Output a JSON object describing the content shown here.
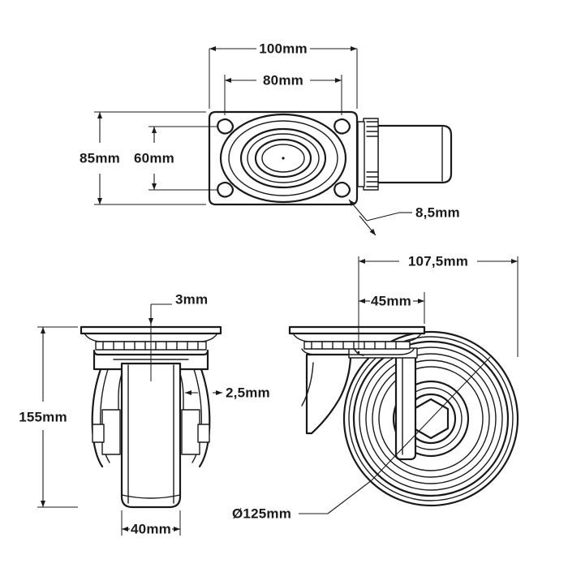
{
  "drawing": {
    "title": "Swivel caster technical drawing",
    "background_color": "#ffffff",
    "line_color": "#1a1a1a",
    "unit": "mm",
    "views": [
      {
        "name": "top-view",
        "label": "top view of mounting plate and swivel"
      },
      {
        "name": "front-view",
        "label": "front elevation of caster"
      },
      {
        "name": "side-view",
        "label": "side elevation of caster with wheel"
      }
    ]
  },
  "dimensions": {
    "plate_width": "100mm",
    "bolt_hole_spacing_width": "80mm",
    "plate_depth": "85mm",
    "bolt_hole_spacing_depth": "60mm",
    "bolt_hole_diameter": "8,5mm",
    "plate_thickness": "3mm",
    "fork_thickness": "2,5mm",
    "overall_height": "155mm",
    "wheel_width": "40mm",
    "wheel_diameter": "Ø125mm",
    "overall_length": "107,5mm",
    "swivel_offset": "45mm"
  }
}
